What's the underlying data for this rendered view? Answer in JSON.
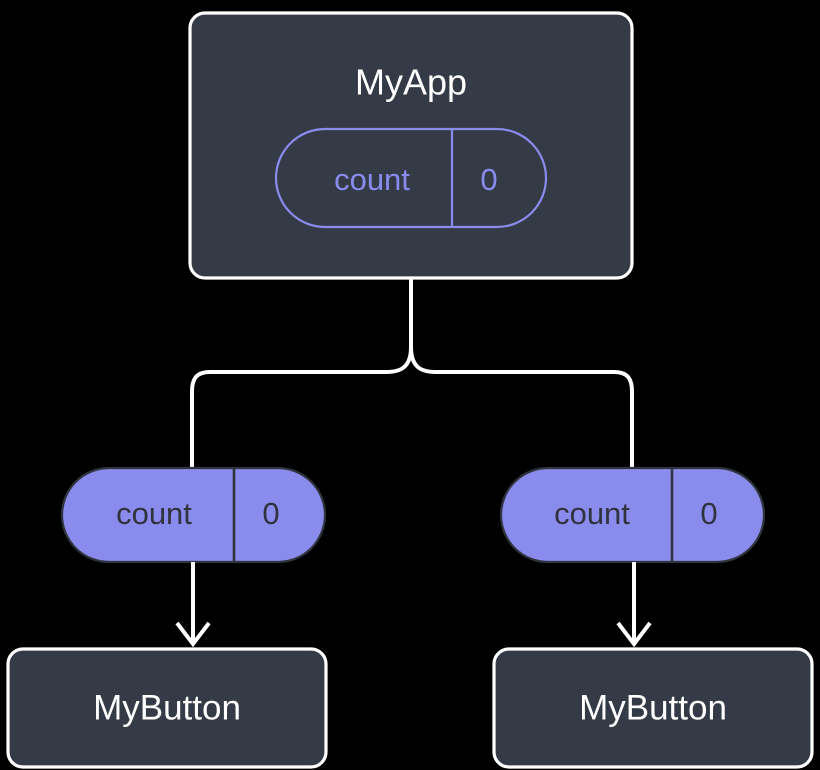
{
  "diagram": {
    "type": "component-tree",
    "background_color": "#000000",
    "palette": {
      "box_fill": "#343a46",
      "box_border": "#ffffff",
      "accent": "#8a8ced",
      "connector": "#ffffff",
      "dark_text": "#2f343d",
      "light_text": "#ffffff"
    },
    "root": {
      "name": "root-component",
      "title": "MyApp",
      "state_pill": {
        "key": "count",
        "value": "0",
        "style": "outline"
      }
    },
    "children": [
      {
        "name": "child-left",
        "prop_pill": {
          "key": "count",
          "value": "0",
          "style": "filled"
        },
        "label": "MyButton"
      },
      {
        "name": "child-right",
        "prop_pill": {
          "key": "count",
          "value": "0",
          "style": "filled"
        },
        "label": "MyButton"
      }
    ]
  }
}
